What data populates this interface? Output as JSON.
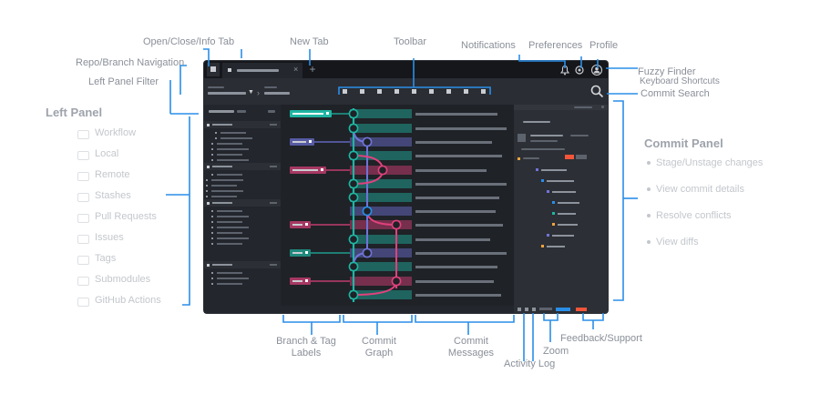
{
  "labels": {
    "tabs": "Open/Close/Info Tab",
    "repo_nav": "Repo/Branch Navigation",
    "left_panel_filter": "Left Panel Filter",
    "new_tab": "New Tab",
    "toolbar": "Toolbar",
    "notifications": "Notifications",
    "preferences": "Preferences",
    "profile": "Profile",
    "fuzzy_finder": "Fuzzy Finder",
    "keyboard_shortcuts": "Keyboard Shortcuts",
    "commit_search": "Commit Search",
    "left_panel_title": "Left Panel",
    "left_panel_items": [
      "Workflow",
      "Local",
      "Remote",
      "Stashes",
      "Pull Requests",
      "Issues",
      "Tags",
      "Submodules",
      "GitHub Actions"
    ],
    "commit_panel_title": "Commit Panel",
    "commit_panel_items": [
      "Stage/Unstage changes",
      "View commit details",
      "Resolve conflicts",
      "View diffs"
    ],
    "branch_tags": "Branch & Tag Labels",
    "commit_graph": "Commit Graph",
    "commit_messages": "Commit Messages",
    "activity_log": "Activity Log",
    "zoom": "Zoom",
    "feedback": "Feedback/Support"
  },
  "colors": {
    "accent_blue": "#2a8ee8",
    "teal": "#1fb5a3",
    "magenta": "#e0417c",
    "indigo": "#6f74d8",
    "orange": "#f2553a"
  },
  "icons": {
    "new_tab": "plus-icon",
    "notifications": "bell-icon",
    "preferences": "gear-icon",
    "profile": "user-icon",
    "search": "search-icon"
  }
}
